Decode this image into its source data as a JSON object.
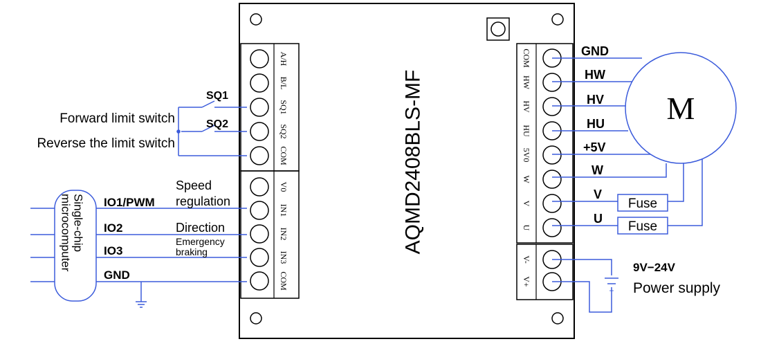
{
  "board": {
    "model": "AQMD2408BLS-MF",
    "left_top_terminals": [
      "A/H",
      "B/L",
      "SQ1",
      "SQ2",
      "COM"
    ],
    "left_bottom_terminals": [
      "V0",
      "IN1",
      "IN2",
      "IN3",
      "COM"
    ],
    "right_top_terminals": [
      "COM",
      "HW",
      "HV",
      "HU",
      "5V0",
      "W",
      "V",
      "U"
    ],
    "right_bottom_terminals": [
      "V-",
      "V+"
    ]
  },
  "limit_switches": {
    "sq1_label": "SQ1",
    "sq2_label": "SQ2",
    "forward_label": "Forward limit switch",
    "reverse_label": "Reverse the limit switch"
  },
  "mcu": {
    "title_line1": "Single-chip",
    "title_line2": "microcomputer",
    "pins": [
      "IO1/PWM",
      "IO2",
      "IO3",
      "GND"
    ],
    "functions": {
      "speed_line1": "Speed",
      "speed_line2": "regulation",
      "direction": "Direction",
      "brake_line1": "Emergency",
      "brake_line2": "braking"
    }
  },
  "motor": {
    "symbol": "M",
    "wires": [
      "GND",
      "HW",
      "HV",
      "HU",
      "+5V",
      "W",
      "V",
      "U"
    ],
    "fuse_label": "Fuse"
  },
  "power": {
    "voltage": "9V−24V",
    "label": "Power supply",
    "plus_sign": "+"
  },
  "colors": {
    "line": "#000000",
    "wire": "#3b5bdb"
  }
}
